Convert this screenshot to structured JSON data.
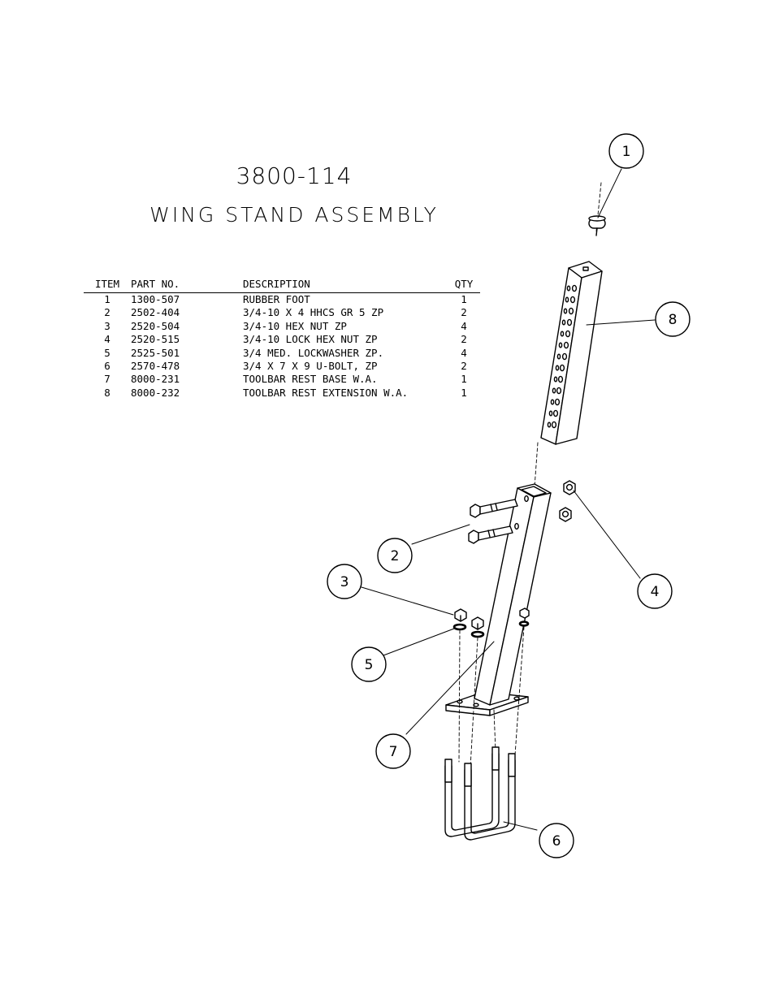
{
  "drawing": {
    "part_number": "3800-114",
    "title": "WING STAND ASSEMBLY"
  },
  "bom": {
    "headers": {
      "item": "ITEM",
      "part": "PART NO.",
      "description": "DESCRIPTION",
      "qty": "QTY"
    },
    "rows": [
      {
        "item": "1",
        "part": "1300-507",
        "description": "RUBBER FOOT",
        "qty": "1"
      },
      {
        "item": "2",
        "part": "2502-404",
        "description": "3/4-10 X 4 HHCS GR 5 ZP",
        "qty": "2"
      },
      {
        "item": "3",
        "part": "2520-504",
        "description": "3/4-10 HEX NUT ZP",
        "qty": "4"
      },
      {
        "item": "4",
        "part": "2520-515",
        "description": "3/4-10 LOCK HEX NUT ZP",
        "qty": "2"
      },
      {
        "item": "5",
        "part": "2525-501",
        "description": "3/4 MED. LOCKWASHER ZP.",
        "qty": "4"
      },
      {
        "item": "6",
        "part": "2570-478",
        "description": "3/4 X 7 X 9 U-BOLT, ZP",
        "qty": "2"
      },
      {
        "item": "7",
        "part": "8000-231",
        "description": "TOOLBAR REST BASE W.A.",
        "qty": "1"
      },
      {
        "item": "8",
        "part": "8000-232",
        "description": "TOOLBAR REST EXTENSION W.A.",
        "qty": "1"
      }
    ]
  },
  "callouts": [
    "1",
    "2",
    "3",
    "4",
    "5",
    "6",
    "7",
    "8"
  ]
}
